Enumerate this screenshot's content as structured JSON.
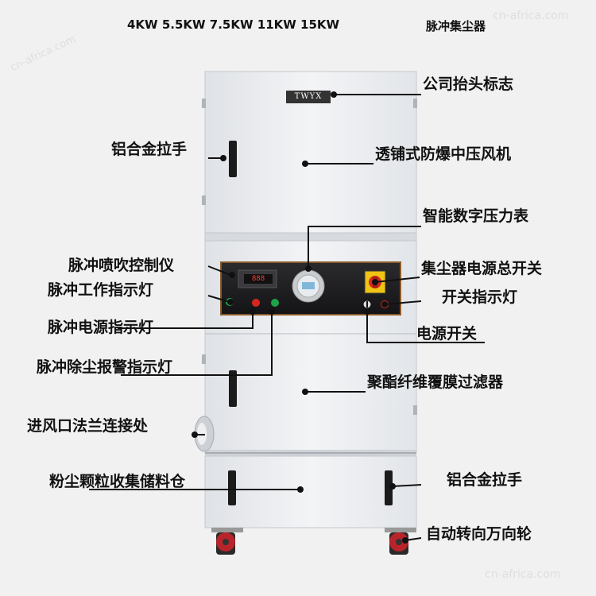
{
  "header": {
    "power_ratings": "4KW 5.5KW 7.5KW 11KW 15KW",
    "product_name": "脉冲集尘器"
  },
  "brand_plate": "TWYX",
  "watermark": "cn-africa.com",
  "controller_display": "888",
  "callouts": {
    "logo": "公司抬头标志",
    "handle_top": "铝合金拉手",
    "fan": "透铺式防爆中压风机",
    "pressure_gauge": "智能数字压力表",
    "pulse_controller": "脉冲喷吹控制仪",
    "main_power_switch": "集尘器电源总开关",
    "pulse_work_light": "脉冲工作指示灯",
    "switch_light": "开关指示灯",
    "pulse_power_light": "脉冲电源指示灯",
    "power_switch": "电源开关",
    "pulse_alarm_light": "脉冲除尘报警指示灯",
    "filter": "聚酯纤维覆膜过滤器",
    "inlet_flange": "进风口法兰连接处",
    "dust_bin": "粉尘颗粒收集储料仓",
    "handle_bottom": "铝合金拉手",
    "caster": "自动转向万向轮"
  },
  "colors": {
    "cabinet": "#e9ebee",
    "panel": "#1f1f22",
    "leader": "#111111",
    "caster": "#b8242a"
  }
}
